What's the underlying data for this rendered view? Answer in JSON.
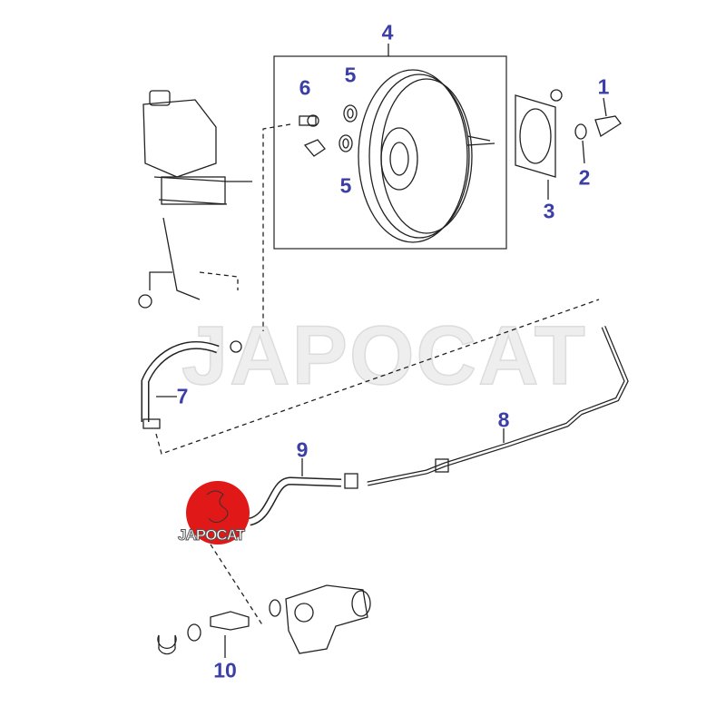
{
  "watermark": "JAPOCAT",
  "logo": {
    "text": "JAPOCAT",
    "color": "#e01818"
  },
  "label_color": "#3b3fa6",
  "callouts": [
    {
      "number": "1"
    },
    {
      "number": "2"
    },
    {
      "number": "3"
    },
    {
      "number": "4"
    },
    {
      "number": "5"
    },
    {
      "number": "5"
    },
    {
      "number": "6"
    },
    {
      "number": "7"
    },
    {
      "number": "8"
    },
    {
      "number": "9"
    },
    {
      "number": "10"
    }
  ]
}
